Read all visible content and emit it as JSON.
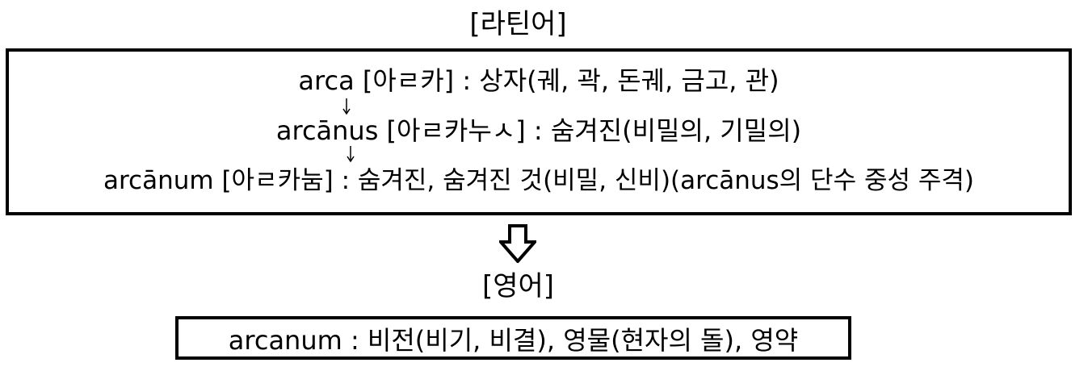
{
  "latin": {
    "heading": "[라틴어]",
    "lines": [
      "arca  [아ㄹ카] : 상자(궤, 곽, 돈궤, 금고, 관)",
      "arcānus  [아ㄹ카누ㅅ] : 숨겨진(비밀의, 기밀의)",
      "arcānum  [아ㄹ카눔] : 숨겨진, 숨겨진  것(비밀, 신비)(arcānus의  단수  중성  주격)"
    ]
  },
  "english": {
    "heading": "[영어]",
    "line": "arcanum : 비전(비기, 비결), 영물(현자의 돌), 영약"
  }
}
